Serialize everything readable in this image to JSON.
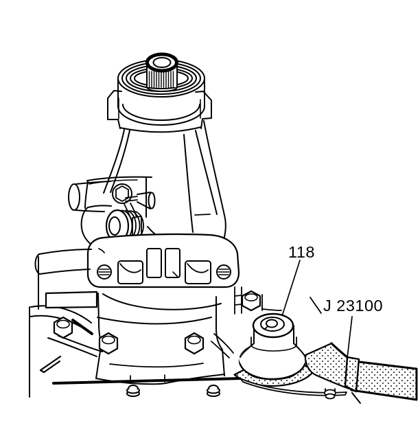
{
  "figure": {
    "kind": "technical line illustration",
    "callouts": [
      {
        "id": "part-118",
        "label": "118"
      },
      {
        "id": "tool-j23100",
        "label": "J 23100"
      }
    ]
  },
  "colors": {
    "line": "#000000",
    "background": "#ffffff",
    "stipple": "#3a3a3a"
  }
}
